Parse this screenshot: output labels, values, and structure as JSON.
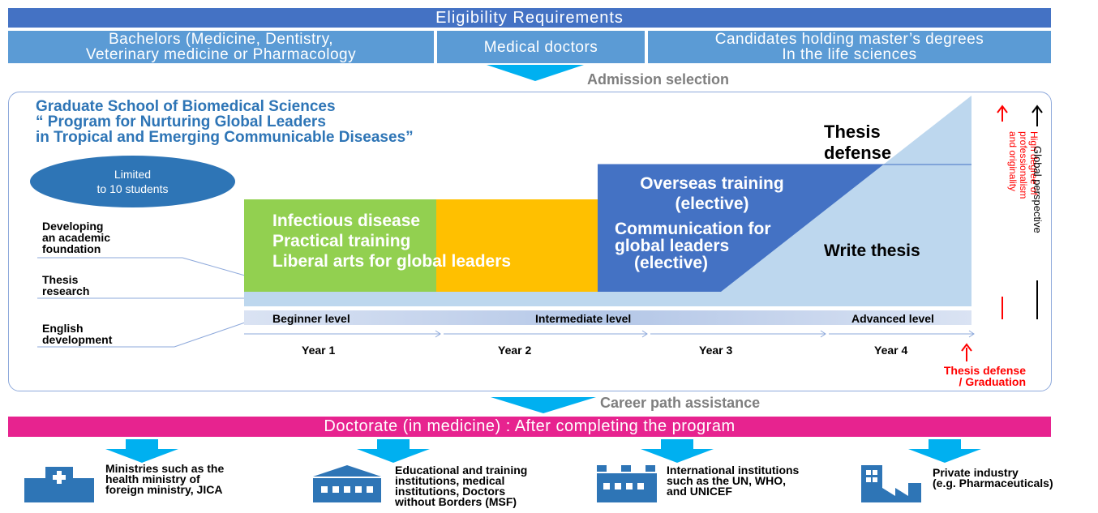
{
  "eligibility": {
    "title": "Eligibility  Requirements",
    "box1_line1": "Bachelors (Medicine, Dentistry,",
    "box1_line2": "Veterinary medicine or Pharmacology",
    "box2": "Medical doctors",
    "box3_line1": "Candidates holding master’s degrees",
    "box3_line2": "In the life sciences"
  },
  "admission_label": "Admission selection",
  "program": {
    "title_line1": "Graduate School of Biomedical Sciences",
    "title_line2": "“ Program for Nurturing Global Leaders",
    "title_line3": "in Tropical and Emerging Communicable Diseases”",
    "limit_line1": "Limited",
    "limit_line2": "to 10 students"
  },
  "rows": {
    "academic_1": "Developing",
    "academic_2": "an academic",
    "academic_3": "foundation",
    "thesis_1": "Thesis",
    "thesis_2": "research",
    "english_1": "English",
    "english_2": "development"
  },
  "phases": {
    "early_1": "Infectious disease",
    "early_2": "Practical training",
    "early_3": "Liberal arts for global leaders",
    "overseas_1": "Overseas training",
    "overseas_2": "(elective)",
    "comm_1": "Communication for",
    "comm_2": "global leaders",
    "comm_3": "(elective)",
    "write_thesis": "Write thesis",
    "defense_1": "Thesis",
    "defense_2": "defense"
  },
  "levels": {
    "beginner": "Beginner level",
    "intermediate": "Intermediate  level",
    "advanced": "Advanced  level"
  },
  "years": [
    "Year 1",
    "Year 2",
    "Year 3",
    "Year 4"
  ],
  "graduation_1": "Thesis defense",
  "graduation_2": "/ Graduation",
  "side": {
    "professional_1": "High degree of professionalism",
    "professional_2": "and originality",
    "global": "Global  perspective"
  },
  "career_label": "Career path assistance",
  "doctorate": "Doctorate (in medicine) : After completing  the program",
  "careers": [
    {
      "icon": "hospital-icon",
      "l1": "Ministries such as the",
      "l2": "health ministry of",
      "l3": "foreign ministry, JICA",
      "l4": ""
    },
    {
      "icon": "school-building-icon",
      "l1": "Educational and training",
      "l2": "institutions, medical",
      "l3": "institutions, Doctors",
      "l4": "without Borders (MSF)"
    },
    {
      "icon": "institution-building-icon",
      "l1": "International institutions",
      "l2": "such as the UN, WHO,",
      "l3": "and UNICEF",
      "l4": ""
    },
    {
      "icon": "factory-icon",
      "l1": "Private industry",
      "l2": "(e.g. Pharmaceuticals)",
      "l3": "",
      "l4": ""
    }
  ],
  "colors": {
    "title_bar": "#4472c4",
    "eligibility_box": "#5b9bd5",
    "green": "#92d050",
    "orange": "#ffc000",
    "dark_blue": "#4472c4",
    "light_blue": "#bdd7ee",
    "magenta": "#e7238f",
    "arrow": "#00b0f0",
    "red": "#ff0000"
  }
}
